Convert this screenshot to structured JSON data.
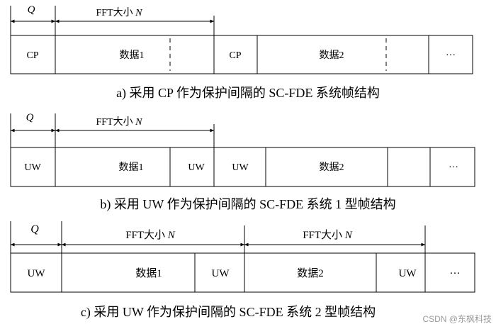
{
  "diagram_a": {
    "q_label": "Q",
    "fft_label_prefix": "FFT大小",
    "fft_label_var": "N",
    "cells": [
      "CP",
      "数据1",
      "CP",
      "数据2",
      "···"
    ],
    "caption": "a)  采用 CP 作为保护间隔的 SC-FDE 系统帧结构"
  },
  "diagram_b": {
    "q_label": "Q",
    "fft_label_prefix": "FFT大小",
    "fft_label_var": "N",
    "cells": [
      "UW",
      "数据1",
      "UW",
      "UW",
      "数据2",
      "···"
    ],
    "caption": "b)  采用 UW 作为保护间隔的 SC-FDE 系统 1 型帧结构"
  },
  "diagram_c": {
    "q_label": "Q",
    "fft1_label_prefix": "FFT大小",
    "fft1_label_var": "N",
    "fft2_label_prefix": "FFT大小",
    "fft2_label_var": "N",
    "cells": [
      "UW",
      "数据1",
      "UW",
      "数据2",
      "UW",
      "···"
    ],
    "caption": "c)  采用 UW 作为保护间隔的 SC-FDE 系统 2 型帧结构"
  },
  "watermark": "CSDN @东枫科技"
}
